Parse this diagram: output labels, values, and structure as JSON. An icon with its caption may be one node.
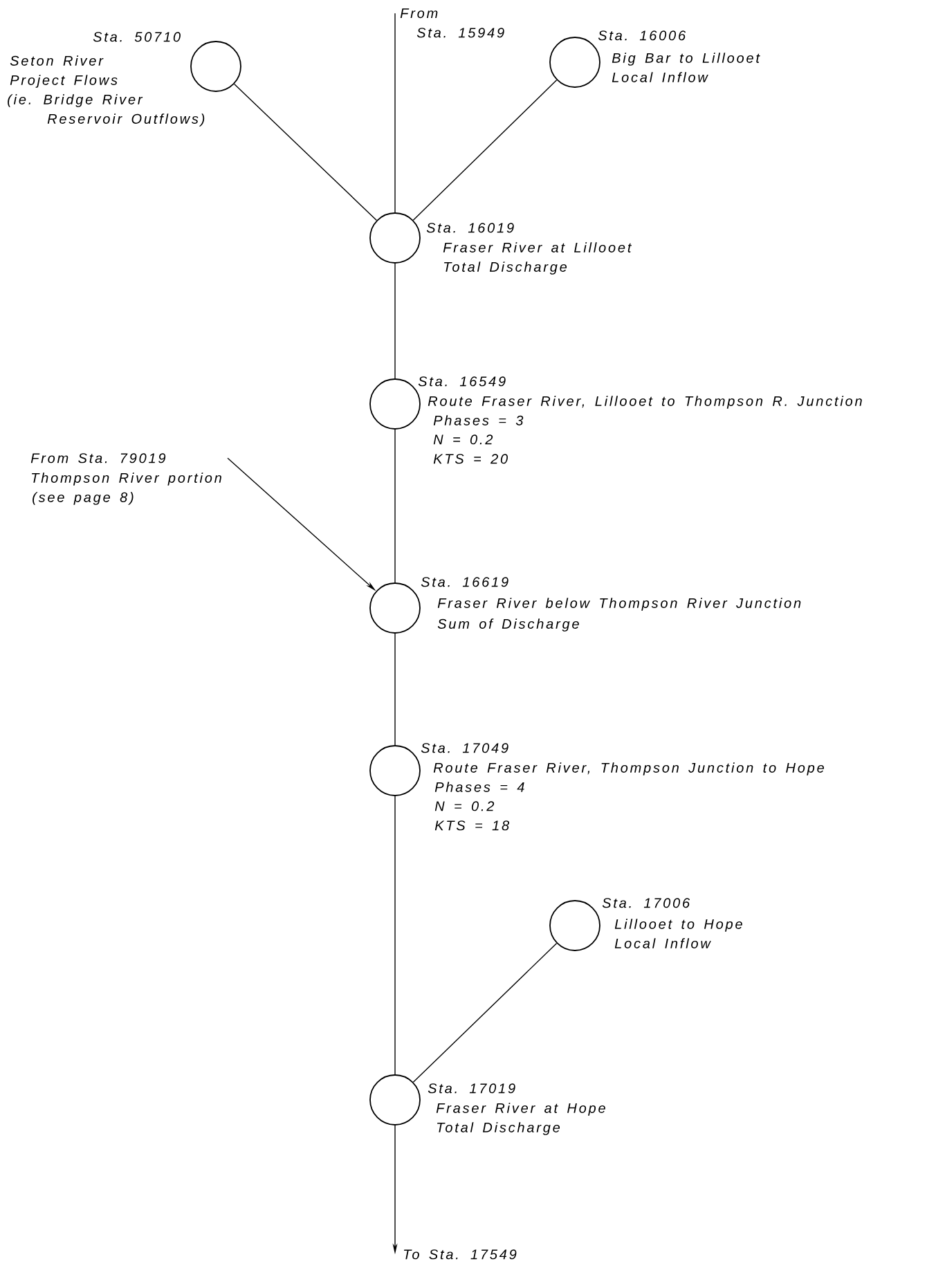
{
  "diagram": {
    "nodes": [
      {
        "text": [
          "Sta. 50710",
          "Seton River",
          "Project Flows",
          "(ie. Bridge River",
          "Reservoir Outflows)"
        ]
      },
      {
        "text": [
          "Sta. 16006",
          "Big Bar to Lillooet",
          "Local Inflow"
        ]
      },
      {
        "text": [
          "Sta. 16019",
          "Fraser River at Lillooet",
          "Total Discharge"
        ]
      },
      {
        "text": [
          "Sta. 16549",
          "Route Fraser River, Lillooet to Thompson R. Junction",
          "Phases = 3",
          "N = 0.2",
          "KTS = 20"
        ]
      },
      {
        "text": [
          "Sta. 16619",
          "Fraser River below Thompson River Junction",
          "Sum of Discharge"
        ]
      },
      {
        "text": [
          "Sta. 17049",
          "Route Fraser River, Thompson Junction to Hope",
          "Phases = 4",
          "N = 0.2",
          "KTS = 18"
        ]
      },
      {
        "text": [
          "Sta. 17006",
          "Lillooet to Hope",
          "Local Inflow"
        ]
      },
      {
        "text": [
          "Sta. 17019",
          "Fraser River at Hope",
          "Total Discharge"
        ]
      },
      {
        "text": [
          "From",
          "Sta. 15949"
        ]
      },
      {
        "text": [
          "To Sta. 17549"
        ]
      },
      {
        "text": [
          "From Sta. 79019",
          "Thompson River portion",
          "(see page 8)"
        ]
      }
    ],
    "edges": [
      {
        "from": 8,
        "to": 2,
        "arrow": "none"
      },
      {
        "from": 0,
        "to": 2,
        "arrow": "none"
      },
      {
        "from": 1,
        "to": 2,
        "arrow": "none"
      },
      {
        "from": 2,
        "to": 3,
        "arrow": "none"
      },
      {
        "from": 3,
        "to": 4,
        "arrow": "none"
      },
      {
        "from": 10,
        "to": 4,
        "arrow": "to"
      },
      {
        "from": 4,
        "to": 5,
        "arrow": "none"
      },
      {
        "from": 5,
        "to": 7,
        "arrow": "none"
      },
      {
        "from": 6,
        "to": 7,
        "arrow": "none"
      },
      {
        "from": 7,
        "to": 9,
        "arrow": "to"
      }
    ]
  }
}
